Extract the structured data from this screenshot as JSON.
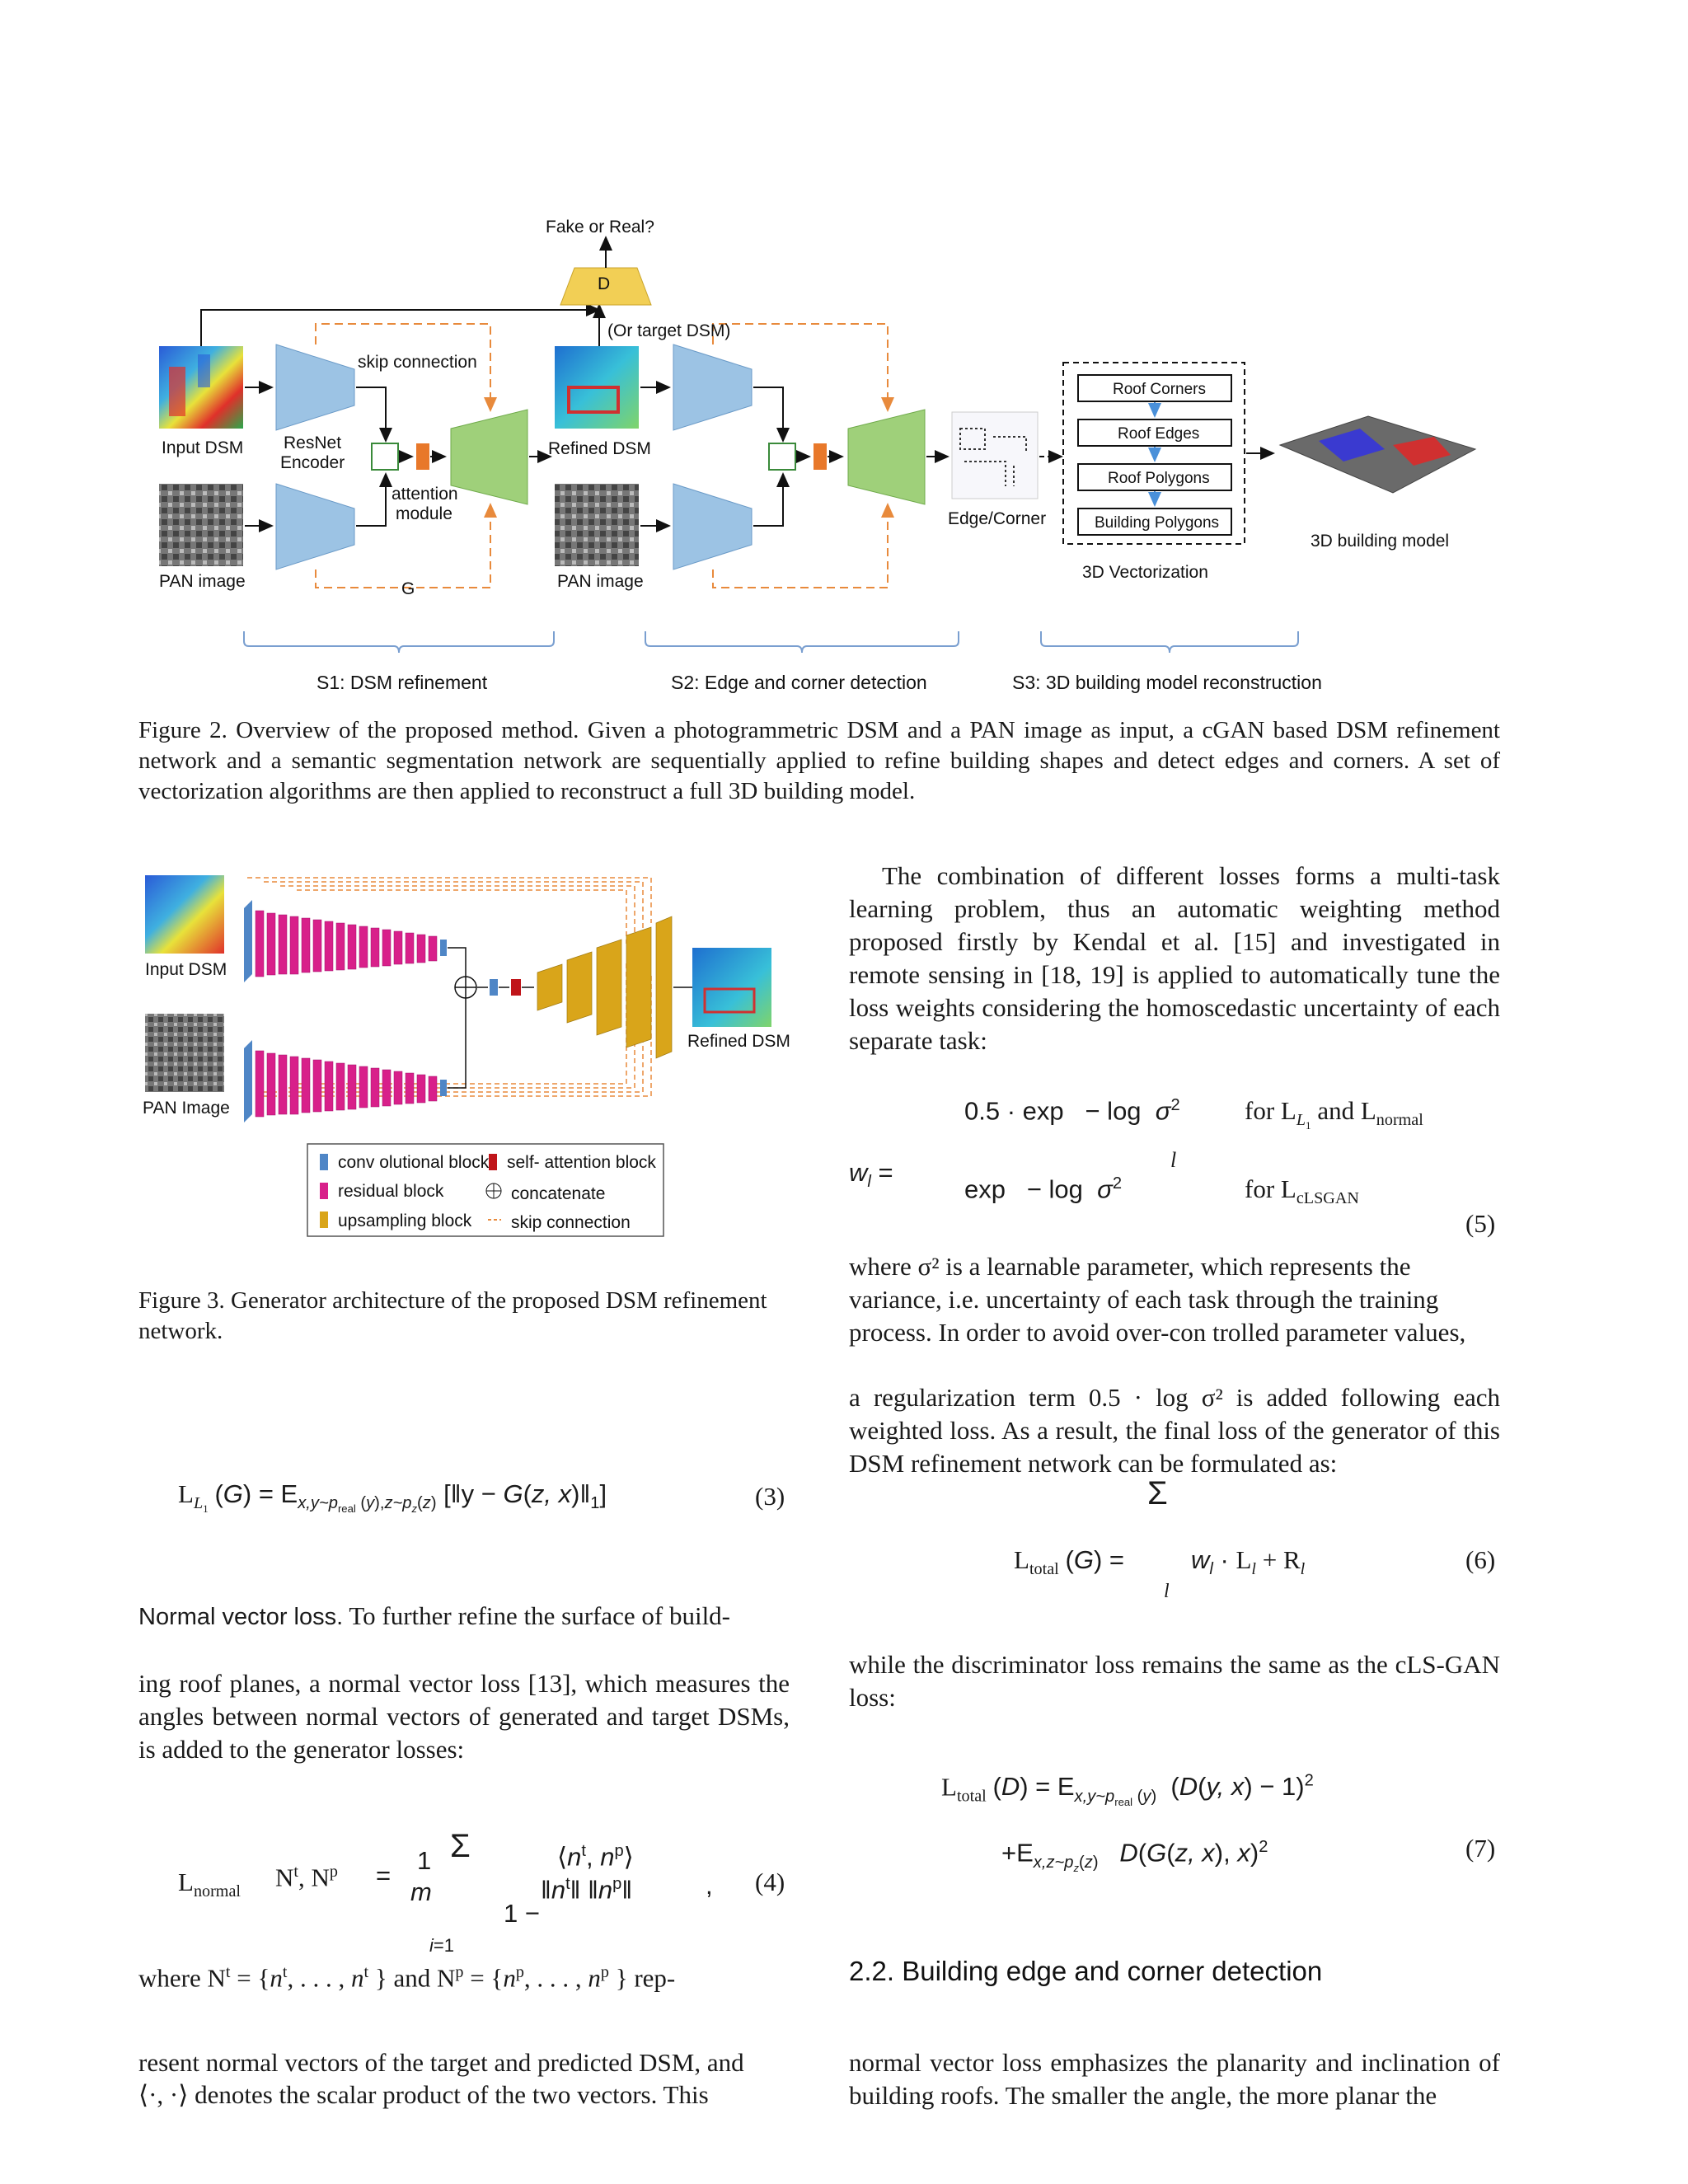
{
  "fig2": {
    "fake_or_real": "Fake or Real?",
    "d_label": "D",
    "or_target": "(Or target DSM)",
    "skip_connection": "skip connection",
    "input_dsm": "Input DSM",
    "resnet_encoder_1": "ResNet",
    "resnet_encoder_2": "Encoder",
    "attention_1": "attention",
    "attention_2": "module",
    "pan_image": "PAN image",
    "g_label": "G",
    "refined_dsm": "Refined DSM",
    "pan_image_2": "PAN image",
    "edge_corner": "Edge/Corner",
    "vector_steps": [
      "Roof Corners",
      "Roof Edges",
      "Roof Polygons",
      "Building Polygons"
    ],
    "vectorization": "3D Vectorization",
    "building_model": "3D building model",
    "s1": "S1: DSM refinement",
    "s2": "S2: Edge and corner detection",
    "s3": "S3: 3D building model reconstruction",
    "caption": "Figure 2. Overview of the proposed method. Given a photogrammetric DSM and a PAN image as input, a cGAN based DSM refinement network and a semantic segmentation network are sequentially applied to refine building shapes and detect edges and corners. A set of vectorization algorithms are then applied to reconstruct a full 3D building model."
  },
  "fig3": {
    "input_dsm": "Input DSM",
    "pan_image": "PAN Image",
    "refined_dsm": "Refined DSM",
    "legend": {
      "conv": "conv olutional block",
      "self_attention": "self- attention block",
      "residual": "residual block",
      "concatenate": "concatenate",
      "upsampling": "upsampling block",
      "skip": "skip connection"
    },
    "caption": "Figure 3. Generator architecture of the proposed DSM refinement network."
  },
  "left": {
    "eq3_number": "(3)",
    "nv_heading": "Normal vector loss.",
    "nv_line1_rest": "To further refine the surface of build-",
    "nv_para": "ing roof planes, a normal vector loss [13], which measures the angles between normal vectors of generated and target DSMs, is added to the generator losses:",
    "eq4_number": "(4)",
    "where_line": "where N",
    "rep_line": "resent normal vectors of the target and predicted DSM, and",
    "scalar_line": "⟨·, ·⟩ denotes the scalar product of the two vectors. This"
  },
  "right": {
    "para1": "The combination of different losses forms a multi-task learning problem, thus an automatic weighting method proposed firstly by Kendal et al. [15] and investigated in remote sensing in [18, 19] is applied to automatically tune the loss weights considering the homoscedastic uncertainty of each separate task:",
    "eq5_number": "(5)",
    "para2_l1": "where σ² is a learnable parameter, which represents the",
    "para2_l2": "variance, i.e. uncertainty of each task through the training",
    "para2_l3": "process. In order to avoid over-con trolled parameter values,",
    "para3": "a regularization term 0.5 · log σ² is added following each weighted loss. As a result, the final loss of the generator of this DSM refinement network can be formulated as:",
    "eq6_number": "(6)",
    "para4": "while the discriminator loss remains the same as the cLS-GAN loss:",
    "eq7_number": "(7)",
    "section": "2.2. Building edge and corner detection",
    "para5": "normal vector loss emphasizes the planarity and inclination of building roofs. The smaller the angle, the more planar the"
  }
}
